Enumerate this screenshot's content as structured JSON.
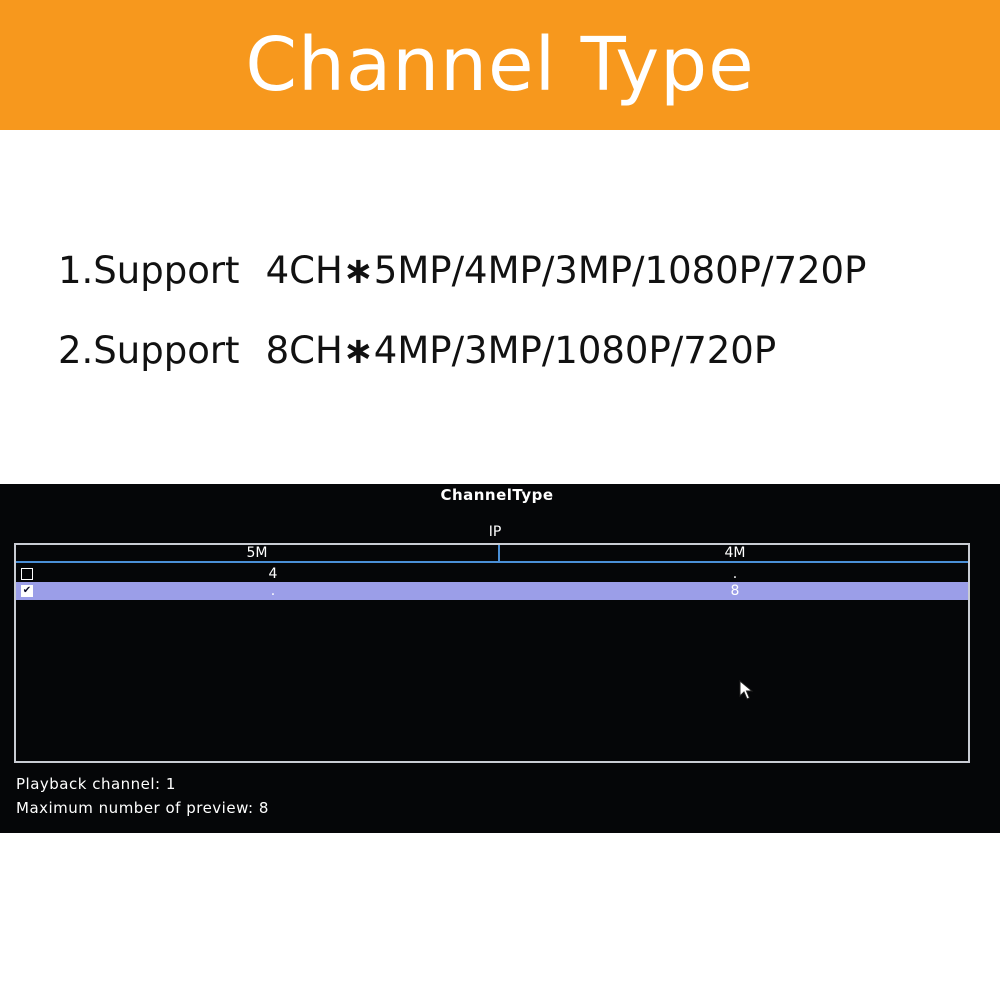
{
  "banner": {
    "title": "Channel Type",
    "color": "#f7981d"
  },
  "features": [
    {
      "prefix": "1.Support",
      "channels": "4CH",
      "star": "∗",
      "resolutions": "5MP/4MP/3MP/1080P/720P"
    },
    {
      "prefix": "2.Support",
      "channels": "8CH",
      "star": "∗",
      "resolutions": "4MP/3MP/1080P/720P"
    }
  ],
  "dvr": {
    "title": "ChannelType",
    "group_header": "IP",
    "columns": [
      "5M",
      "4M"
    ],
    "rows": [
      {
        "checked": false,
        "cells": [
          "4",
          "."
        ],
        "selected": false
      },
      {
        "checked": true,
        "cells": [
          ".",
          "8"
        ],
        "selected": true
      }
    ],
    "checkbox_mark": "✔",
    "status": {
      "playback": "Playback channel: 1",
      "max_preview": "Maximum number of preview: 8"
    },
    "colors": {
      "background": "#050608",
      "accent_line": "#4a8fd6",
      "selected_row": "#9b9ee8"
    },
    "cursor_icon": "mouse-pointer-icon"
  }
}
